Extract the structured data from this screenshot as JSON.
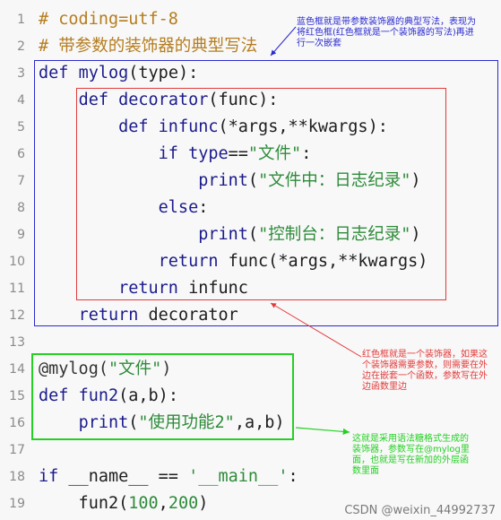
{
  "colors": {
    "blue_box": "#2a2ad0",
    "red_box": "#e23a3a",
    "green_box": "#25d025",
    "keyword": "#1b1b8c",
    "string": "#2e8b3a",
    "comment": "#b57d1f"
  },
  "lines": [
    {
      "n": "1",
      "parts": [
        [
          "cm",
          "# coding=utf-8"
        ]
      ]
    },
    {
      "n": "2",
      "parts": [
        [
          "cm",
          "# 带参数的装饰器的典型写法"
        ]
      ]
    },
    {
      "n": "3",
      "parts": [
        [
          "kw",
          "def "
        ],
        [
          "fn",
          "mylog"
        ],
        [
          "",
          "(type):"
        ]
      ]
    },
    {
      "n": "4",
      "parts": [
        [
          "",
          "    "
        ],
        [
          "kw",
          "def "
        ],
        [
          "fn",
          "decorator"
        ],
        [
          "",
          "(func):"
        ]
      ]
    },
    {
      "n": "5",
      "parts": [
        [
          "",
          "        "
        ],
        [
          "kw",
          "def "
        ],
        [
          "fn",
          "infunc"
        ],
        [
          "",
          "(*args,**kwargs):"
        ]
      ]
    },
    {
      "n": "6",
      "parts": [
        [
          "",
          "            "
        ],
        [
          "kw",
          "if "
        ],
        [
          "kw",
          "type"
        ],
        [
          "",
          "=="
        ],
        [
          "st",
          "\"文件\""
        ],
        [
          "",
          ":"
        ]
      ]
    },
    {
      "n": "7",
      "parts": [
        [
          "",
          "                "
        ],
        [
          "kw",
          "print"
        ],
        [
          "",
          "("
        ],
        [
          "st",
          "\"文件中：日志纪录\""
        ],
        [
          "",
          ")"
        ]
      ]
    },
    {
      "n": "8",
      "parts": [
        [
          "",
          "            "
        ],
        [
          "kw",
          "else"
        ],
        [
          "",
          ":"
        ]
      ]
    },
    {
      "n": "9",
      "parts": [
        [
          "",
          "                "
        ],
        [
          "kw",
          "print"
        ],
        [
          "",
          "("
        ],
        [
          "st",
          "\"控制台：日志纪录\""
        ],
        [
          "",
          ")"
        ]
      ]
    },
    {
      "n": "10",
      "parts": [
        [
          "",
          "            "
        ],
        [
          "kw",
          "return "
        ],
        [
          "",
          "func(*args,**kwargs)"
        ]
      ]
    },
    {
      "n": "11",
      "parts": [
        [
          "",
          "        "
        ],
        [
          "kw",
          "return "
        ],
        [
          "",
          "infunc"
        ]
      ]
    },
    {
      "n": "12",
      "parts": [
        [
          "",
          "    "
        ],
        [
          "kw",
          "return "
        ],
        [
          "",
          "decorator"
        ]
      ]
    },
    {
      "n": "13",
      "parts": []
    },
    {
      "n": "14",
      "parts": [
        [
          "dec",
          "@mylog("
        ],
        [
          "st",
          "\"文件\""
        ],
        [
          "dec",
          ")"
        ]
      ]
    },
    {
      "n": "15",
      "parts": [
        [
          "kw",
          "def "
        ],
        [
          "fn",
          "fun2"
        ],
        [
          "",
          "(a,b):"
        ]
      ]
    },
    {
      "n": "16",
      "parts": [
        [
          "",
          "    "
        ],
        [
          "kw",
          "print"
        ],
        [
          "",
          "("
        ],
        [
          "st",
          "\"使用功能2\""
        ],
        [
          "",
          ",a,b)"
        ]
      ]
    },
    {
      "n": "17",
      "parts": []
    },
    {
      "n": "18",
      "parts": [
        [
          "kw",
          "if "
        ],
        [
          "",
          "__name__ == "
        ],
        [
          "st",
          "'__main__'"
        ],
        [
          "",
          ":"
        ]
      ]
    },
    {
      "n": "19",
      "parts": [
        [
          "",
          "    fun2("
        ],
        [
          "nm",
          "100"
        ],
        [
          "",
          ","
        ],
        [
          "nm",
          "200"
        ],
        [
          "",
          ")"
        ]
      ]
    }
  ],
  "notes": {
    "blue": "蓝色框就是带参数装饰器的典型写法，表现为\n将红色框(红色框就是一个装饰器的写法)再进\n行一次嵌套",
    "red": "红色框就是一个装饰器，如果这\n个装饰器需要参数，则需要在外\n边在嵌套一个函数，参数写在外\n边函数里边",
    "green": "这就是采用语法糖格式生成的\n装饰器，参数写在@mylog里\n面，也就是写在新加的外层函\n数里面"
  },
  "watermark": "CSDN @weixin_44992737"
}
